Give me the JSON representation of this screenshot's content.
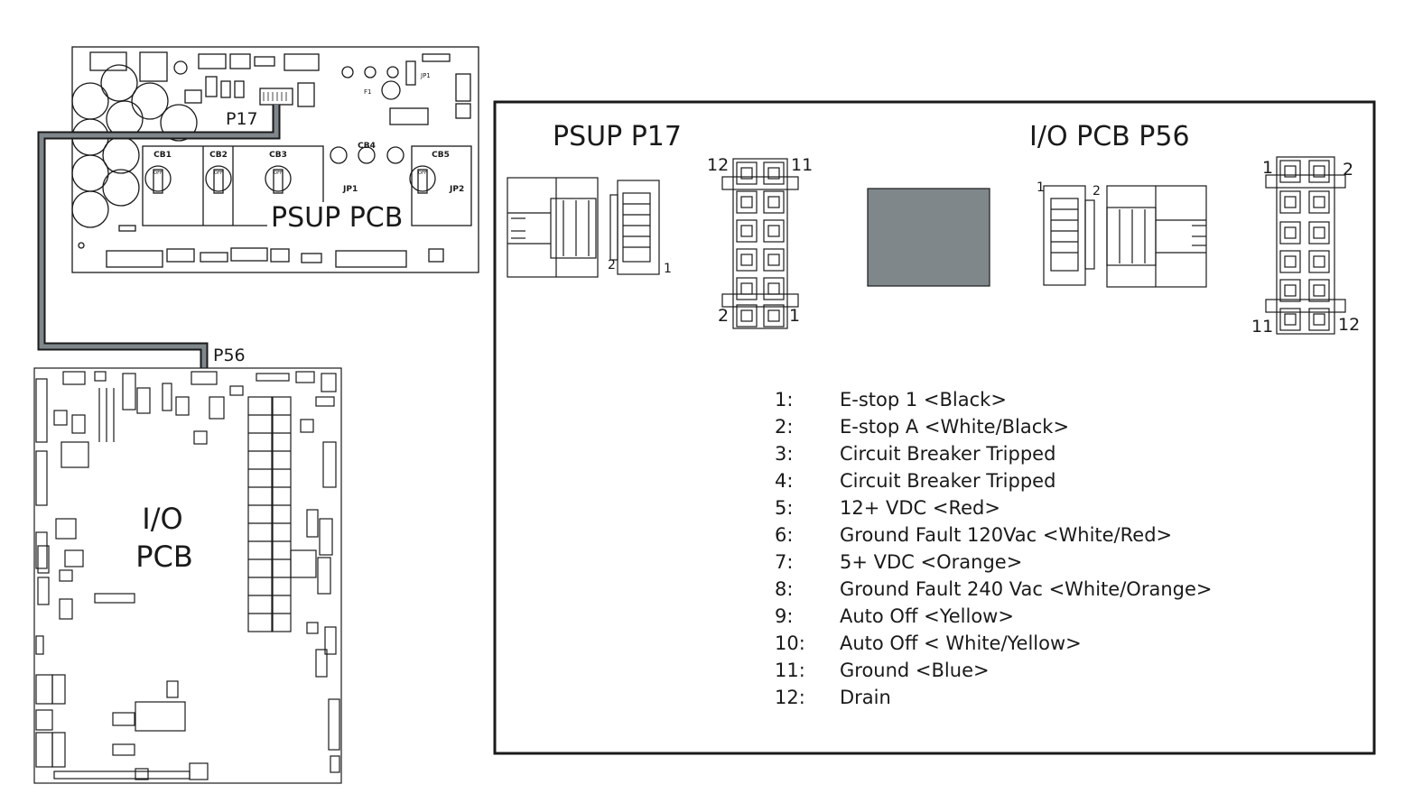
{
  "boards": {
    "psup": {
      "label": "PSUP PCB",
      "connector": "P17",
      "breakers": [
        "CB1",
        "CB2",
        "CB3",
        "CB4",
        "CB5"
      ],
      "jumpers": [
        "JP1",
        "JP2"
      ],
      "fuse": "F1",
      "jp1_top": "JP1",
      "switch_text": "OFF"
    },
    "io": {
      "label_line1": "I/O",
      "label_line2": "PCB",
      "connector": "P56"
    }
  },
  "panel": {
    "left_title": "PSUP P17",
    "right_title": "I/O PCB P56",
    "psup_side_pins": {
      "top": "2",
      "bottom": "1"
    },
    "psup_face_pins": {
      "top_left": "12",
      "top_right": "11",
      "bottom_left": "2",
      "bottom_right": "1"
    },
    "io_side_pins": {
      "left": "1",
      "right": "2"
    },
    "io_face_pins": {
      "top_left": "1",
      "top_right": "2",
      "bottom_left": "11",
      "bottom_right": "12"
    },
    "fill_color": "#7f878b"
  },
  "pins": [
    {
      "num": "1:",
      "desc": "E-stop 1 <Black>"
    },
    {
      "num": "2:",
      "desc": "E-stop A <White/Black>"
    },
    {
      "num": "3:",
      "desc": "Circuit Breaker Tripped"
    },
    {
      "num": "4:",
      "desc": "Circuit Breaker Tripped"
    },
    {
      "num": "5:",
      "desc": "12+ VDC <Red>"
    },
    {
      "num": "6:",
      "desc": "Ground Fault 120Vac <White/Red>"
    },
    {
      "num": "7:",
      "desc": "5+ VDC <Orange>"
    },
    {
      "num": "8:",
      "desc": "Ground Fault 240 Vac <White/Orange>"
    },
    {
      "num": "9:",
      "desc": "Auto Off <Yellow>"
    },
    {
      "num": "10:",
      "desc": "Auto Off < White/Yellow>"
    },
    {
      "num": "11:",
      "desc": "Ground <Blue>"
    },
    {
      "num": "12:",
      "desc": "Drain"
    }
  ],
  "colors": {
    "cable": "#7f878b",
    "line": "#1a1a1a"
  }
}
